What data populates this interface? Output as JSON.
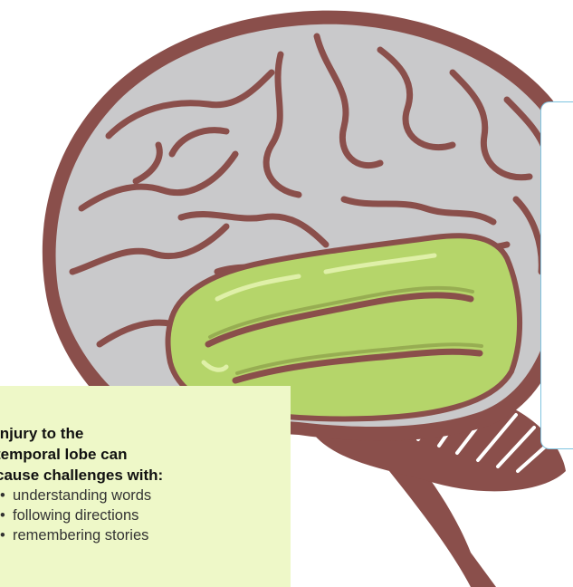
{
  "colors": {
    "brain_fill": "#c9c9cb",
    "brain_outline": "#8a4f4b",
    "temporal_lobe": "#b5d56a",
    "temporal_lobe_shadow": "#97ad52",
    "callout_background": "#eef8c8",
    "info_box_border": "#7fc4e0"
  },
  "callout": {
    "heading_lines": [
      "Injury to the",
      "temporal lobe can",
      "cause challenges with:"
    ],
    "items": [
      "understanding words",
      "following directions",
      "remembering stories"
    ]
  }
}
